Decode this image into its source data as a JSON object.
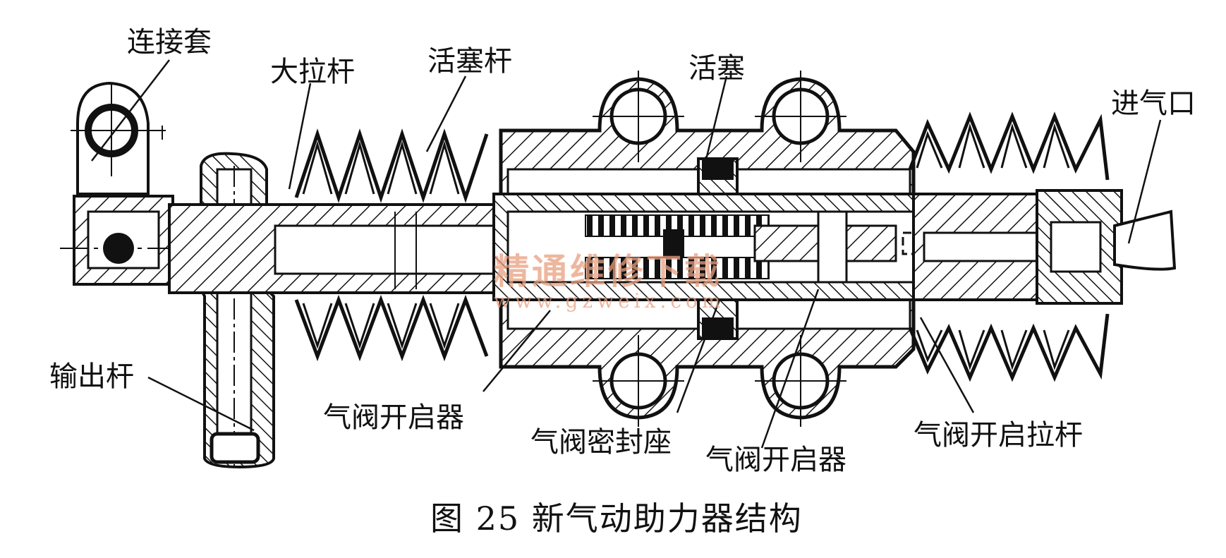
{
  "diagram": {
    "labels": {
      "connecting_sleeve": "连接套",
      "large_pull_rod": "大拉杆",
      "piston_rod": "活塞杆",
      "piston": "活塞",
      "air_inlet": "进气口",
      "output_rod": "输出杆",
      "valve_opener_left": "气阀开启器",
      "valve_seal_seat": "气阀密封座",
      "valve_opener_right": "气阀开启器",
      "valve_open_pull_rod": "气阀开启拉杆"
    },
    "caption": "图 25   新气动助力器结构",
    "watermark": {
      "title": "精通维修下载",
      "url": "www.gzweix.com"
    }
  }
}
